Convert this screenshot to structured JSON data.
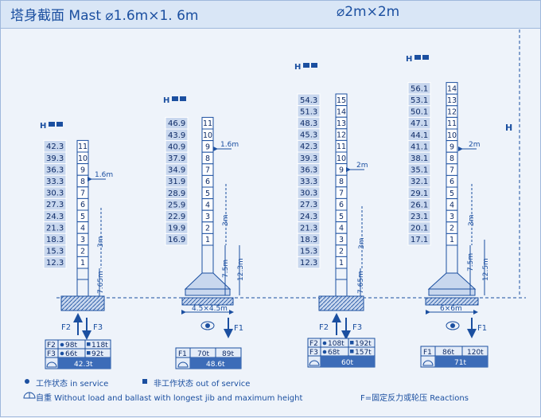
{
  "header": {
    "title_left": "塔身截面 Mast  ⌀1.6m×1. 6m",
    "title_right": "⌀2m×2m"
  },
  "h_label": "H",
  "towers": [
    {
      "id": "t1",
      "heights": [
        "42.3",
        "39.3",
        "36.3",
        "33.3",
        "30.3",
        "27.3",
        "24.3",
        "21.3",
        "18.3",
        "15.3",
        "12.3"
      ],
      "sections": [
        "11",
        "10",
        "9",
        "8",
        "7",
        "6",
        "5",
        "4",
        "3",
        "2",
        "1"
      ],
      "mast_width": "1.6m",
      "section_dim": "3m",
      "base_dim": "7.65m",
      "reactions": {
        "f2_label": "F2",
        "f2_in": "98t",
        "f2_out": "118t",
        "f3_label": "F3",
        "f3_in": "66t",
        "f3_out": "92t",
        "weight": "42.3t"
      }
    },
    {
      "id": "t2",
      "heights": [
        "46.9",
        "43.9",
        "40.9",
        "37.9",
        "34.9",
        "31.9",
        "28.9",
        "25.9",
        "22.9",
        "19.9",
        "16.9"
      ],
      "sections": [
        "11",
        "10",
        "9",
        "8",
        "7",
        "6",
        "5",
        "4",
        "3",
        "2",
        "1"
      ],
      "mast_width": "1.6m",
      "section_dim": "3m",
      "base_dim": "7.5m",
      "total_dim": "12.3m",
      "foundation": "4.5×4.5m",
      "reactions": {
        "f1_label": "F1",
        "f1_in": "70t",
        "f1_out": "89t",
        "weight": "48.6t"
      }
    },
    {
      "id": "t3",
      "heights": [
        "54.3",
        "51.3",
        "48.3",
        "45.3",
        "42.3",
        "39.3",
        "36.3",
        "33.3",
        "30.3",
        "27.3",
        "24.3",
        "21.3",
        "18.3",
        "15.3",
        "12.3"
      ],
      "sections": [
        "15",
        "14",
        "13",
        "12",
        "11",
        "10",
        "9",
        "8",
        "7",
        "6",
        "5",
        "4",
        "3",
        "2",
        "1"
      ],
      "mast_width": "2m",
      "section_dim": "3m",
      "base_dim": "7.65m",
      "reactions": {
        "f2_label": "F2",
        "f2_in": "108t",
        "f2_out": "192t",
        "f3_label": "F3",
        "f3_in": "68t",
        "f3_out": "157t",
        "weight": "60t"
      }
    },
    {
      "id": "t4",
      "heights": [
        "56.1",
        "53.1",
        "50.1",
        "47.1",
        "44.1",
        "41.1",
        "38.1",
        "35.1",
        "32.1",
        "29.1",
        "26.1",
        "23.1",
        "20.1",
        "17.1"
      ],
      "sections": [
        "14",
        "13",
        "12",
        "11",
        "10",
        "9",
        "8",
        "7",
        "6",
        "5",
        "4",
        "3",
        "2",
        "1"
      ],
      "mast_width": "2m",
      "section_dim": "3m",
      "base_dim": "7.5m",
      "total_dim": "12.5m",
      "foundation": "6×6m",
      "reactions": {
        "f1_label": "F1",
        "f1_in": "86t",
        "f1_out": "120t",
        "weight": "71t"
      }
    }
  ],
  "force_labels": {
    "f1": "F1",
    "f2": "F2",
    "f3": "F3"
  },
  "legend": {
    "in_service": "工作状态 in service",
    "out_of_service": "非工作状态 out of service",
    "self_weight": "自重 Without load and ballast with longest jib and maximum height",
    "reactions": "F=固定反力或轮压  Reactions"
  },
  "colors": {
    "blue": "#1b4fa0",
    "cell_fill": "#c8d7ee",
    "border": "#9fb8dc",
    "table_fill": "#e4ecf8",
    "weight_fill": "#3c6cb8"
  }
}
